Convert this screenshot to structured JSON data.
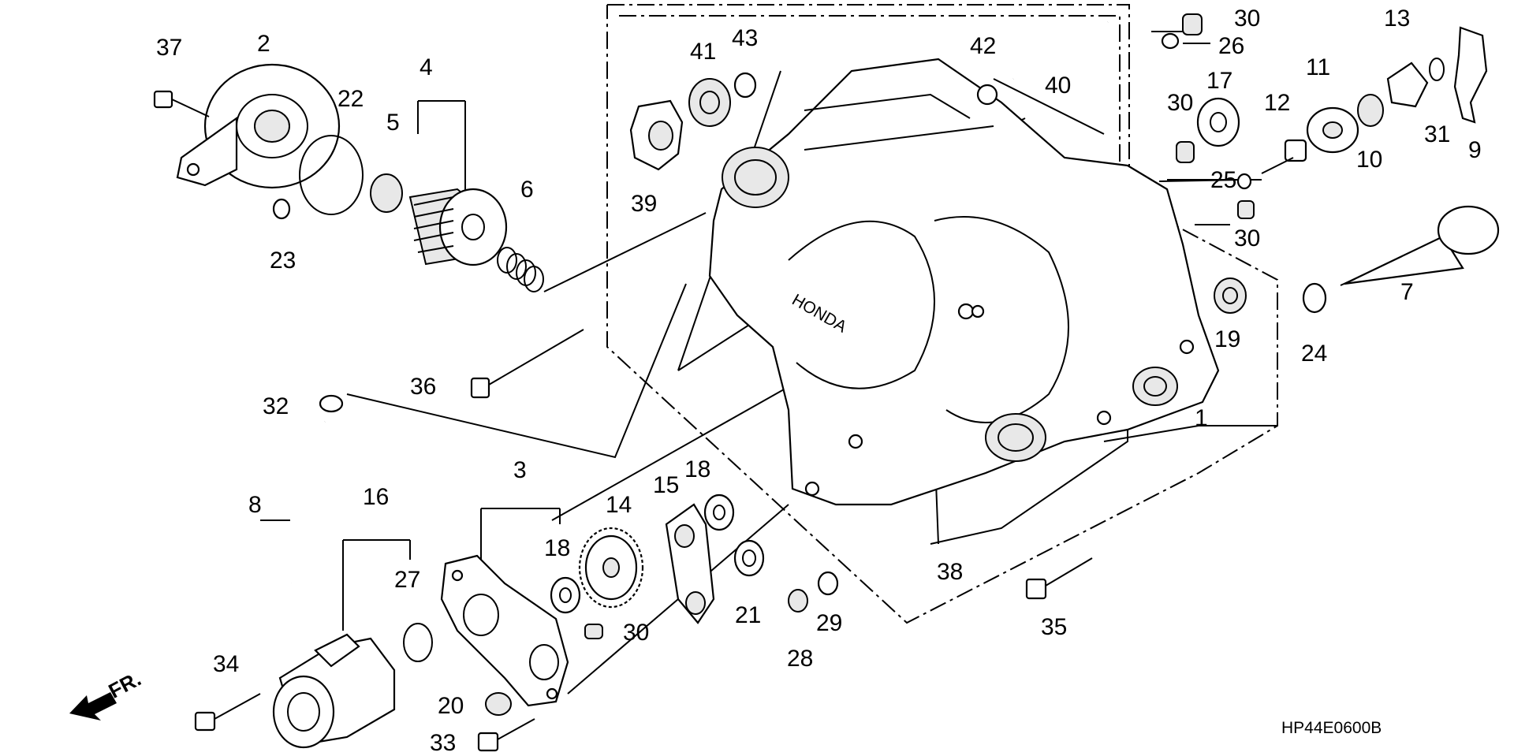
{
  "diagram": {
    "code": "HP44E0600B",
    "front_marker": "FR.",
    "labels": [
      {
        "id": "l1",
        "text": "1"
      },
      {
        "id": "l2",
        "text": "2"
      },
      {
        "id": "l3",
        "text": "3"
      },
      {
        "id": "l4",
        "text": "4"
      },
      {
        "id": "l5",
        "text": "5"
      },
      {
        "id": "l6",
        "text": "6"
      },
      {
        "id": "l7",
        "text": "7"
      },
      {
        "id": "l8",
        "text": "8"
      },
      {
        "id": "l9",
        "text": "9"
      },
      {
        "id": "l10",
        "text": "10"
      },
      {
        "id": "l11",
        "text": "11"
      },
      {
        "id": "l12",
        "text": "12"
      },
      {
        "id": "l13",
        "text": "13"
      },
      {
        "id": "l14",
        "text": "14"
      },
      {
        "id": "l15",
        "text": "15"
      },
      {
        "id": "l16",
        "text": "16"
      },
      {
        "id": "l17",
        "text": "17"
      },
      {
        "id": "l18a",
        "text": "18"
      },
      {
        "id": "l18b",
        "text": "18"
      },
      {
        "id": "l19",
        "text": "19"
      },
      {
        "id": "l20",
        "text": "20"
      },
      {
        "id": "l21",
        "text": "21"
      },
      {
        "id": "l22",
        "text": "22"
      },
      {
        "id": "l23",
        "text": "23"
      },
      {
        "id": "l24",
        "text": "24"
      },
      {
        "id": "l25",
        "text": "25"
      },
      {
        "id": "l26",
        "text": "26"
      },
      {
        "id": "l27",
        "text": "27"
      },
      {
        "id": "l28",
        "text": "28"
      },
      {
        "id": "l29",
        "text": "29"
      },
      {
        "id": "l30a",
        "text": "30"
      },
      {
        "id": "l30b",
        "text": "30"
      },
      {
        "id": "l30c",
        "text": "30"
      },
      {
        "id": "l30d",
        "text": "30"
      },
      {
        "id": "l31",
        "text": "31"
      },
      {
        "id": "l32",
        "text": "32"
      },
      {
        "id": "l33",
        "text": "33"
      },
      {
        "id": "l34",
        "text": "34"
      },
      {
        "id": "l35",
        "text": "35"
      },
      {
        "id": "l36",
        "text": "36"
      },
      {
        "id": "l37",
        "text": "37"
      },
      {
        "id": "l38",
        "text": "38"
      },
      {
        "id": "l39",
        "text": "39"
      },
      {
        "id": "l40",
        "text": "40"
      },
      {
        "id": "l41",
        "text": "41"
      },
      {
        "id": "l42",
        "text": "42"
      },
      {
        "id": "l43",
        "text": "43"
      }
    ]
  }
}
